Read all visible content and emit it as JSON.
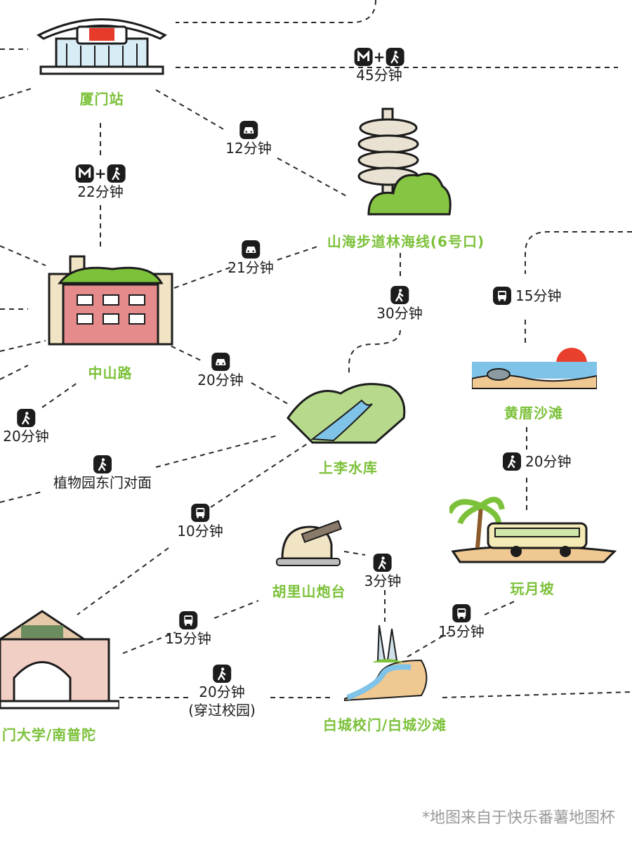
{
  "places": {
    "xiamen_station": "厦门站",
    "shanhai_trail": "山海步道林海线(6号口)",
    "zhongshan_road": "中山路",
    "shangli_reservoir": "上李水库",
    "huangcuo_beach": "黄厝沙滩",
    "wanyue_po": "玩月坡",
    "hulishan_fort": "胡里山炮台",
    "xiamen_university": "门大学/南普陀",
    "baicheng": "白城校门/白城沙滩"
  },
  "routes": {
    "station_east": {
      "mode": "metro+walk",
      "time": "45分钟"
    },
    "station_trail": {
      "mode": "car",
      "time": "12分钟"
    },
    "station_zhongshan": {
      "mode": "metro+walk",
      "time": "22分钟"
    },
    "zhongshan_trail": {
      "mode": "car",
      "time": "21分钟"
    },
    "trail_reservoir": {
      "mode": "walk",
      "time": "30分钟"
    },
    "zhongshan_reservoir": {
      "mode": "car",
      "time": "20分钟"
    },
    "zhongshan_left": {
      "mode": "walk",
      "time": "20分钟"
    },
    "botanical_gate": {
      "mode": "walk",
      "label": "植物园东门对面"
    },
    "reservoir_university": {
      "mode": "bus",
      "time": "10分钟"
    },
    "huangcuo_east": {
      "mode": "bus",
      "time": "15分钟"
    },
    "huangcuo_wanyue": {
      "mode": "walk",
      "time": "20分钟"
    },
    "fort_baicheng": {
      "mode": "walk",
      "time": "3分钟"
    },
    "fort_university": {
      "mode": "bus",
      "time": "15分钟"
    },
    "wanyue_baicheng": {
      "mode": "bus",
      "time": "15分钟"
    },
    "university_baicheng": {
      "mode": "walk",
      "time": "20分钟",
      "note": "(穿过校园)"
    }
  },
  "credit": "*地图来自于快乐番薯地图杯",
  "colors": {
    "place_label": "#7cc13a",
    "text": "#1c1c1c",
    "credit": "#9a9a9a"
  },
  "icons": {
    "metro": "metro-icon",
    "walk": "walk-icon",
    "car": "car-icon",
    "bus": "bus-icon"
  }
}
